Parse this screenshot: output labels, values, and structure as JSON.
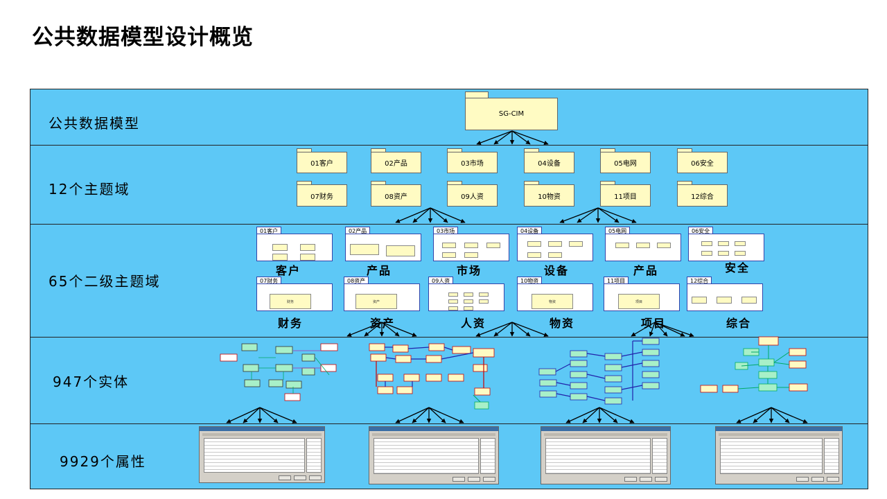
{
  "title": "公共数据模型设计概览",
  "levels": [
    {
      "label": "公共数据模型"
    },
    {
      "label": "12个主题域"
    },
    {
      "label": "65个二级主题域"
    },
    {
      "label": "947个实体"
    },
    {
      "label": "9929个属性"
    }
  ],
  "root_package": "SG-CIM",
  "subject_domains": [
    "01客户",
    "02产品",
    "03市场",
    "04设备",
    "05电网",
    "06安全",
    "07财务",
    "08资产",
    "09人资",
    "10物资",
    "11项目",
    "12综合"
  ],
  "secondary_packages": [
    {
      "tab": "01客户",
      "caption": "客户"
    },
    {
      "tab": "02产品",
      "caption": "产品"
    },
    {
      "tab": "03市场",
      "caption": "市场"
    },
    {
      "tab": "04设备",
      "caption": "设备"
    },
    {
      "tab": "05电网",
      "caption": "产品"
    },
    {
      "tab": "06安全",
      "caption": "安全"
    },
    {
      "tab": "07财务",
      "caption": "财务",
      "inner": "财务"
    },
    {
      "tab": "08资产",
      "caption": "资产",
      "inner": "资产"
    },
    {
      "tab": "09人资",
      "caption": "人资"
    },
    {
      "tab": "10物资",
      "caption": "物资",
      "inner": "物资"
    },
    {
      "tab": "11项目",
      "caption": "项目",
      "inner": "项目"
    },
    {
      "tab": "12综合",
      "caption": "综合"
    }
  ],
  "colors": {
    "band": "#5dc8f6",
    "folder": "#fffbc3",
    "border": "#222222"
  }
}
